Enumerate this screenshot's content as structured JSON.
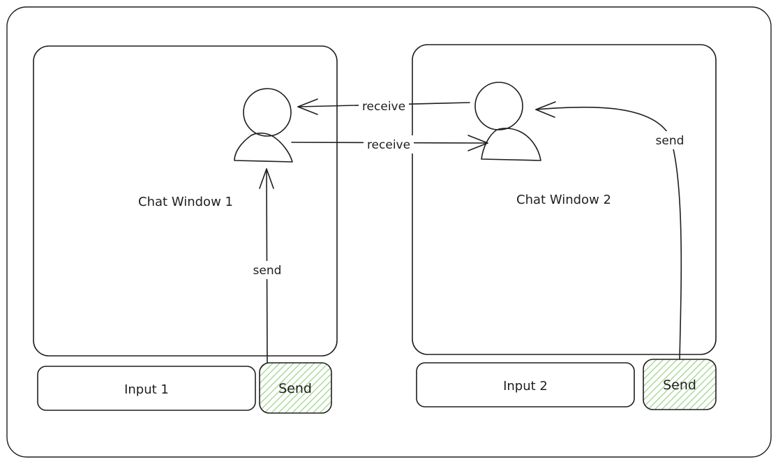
{
  "diagram": {
    "chat_window_1": {
      "label": "Chat Window 1"
    },
    "chat_window_2": {
      "label": "Chat Window 2"
    },
    "input_1": {
      "label": "Input 1"
    },
    "input_2": {
      "label": "Input 2"
    },
    "send_button_1": {
      "label": "Send"
    },
    "send_button_2": {
      "label": "Send"
    },
    "edges": {
      "send_1": "send",
      "send_2": "send",
      "receive_top": "receive",
      "receive_bottom": "receive"
    },
    "colors": {
      "stroke": "#1e1e1e",
      "send_fill": "#b2f2bb",
      "hatch": "#8fcf7a",
      "background": "#ffffff"
    }
  }
}
